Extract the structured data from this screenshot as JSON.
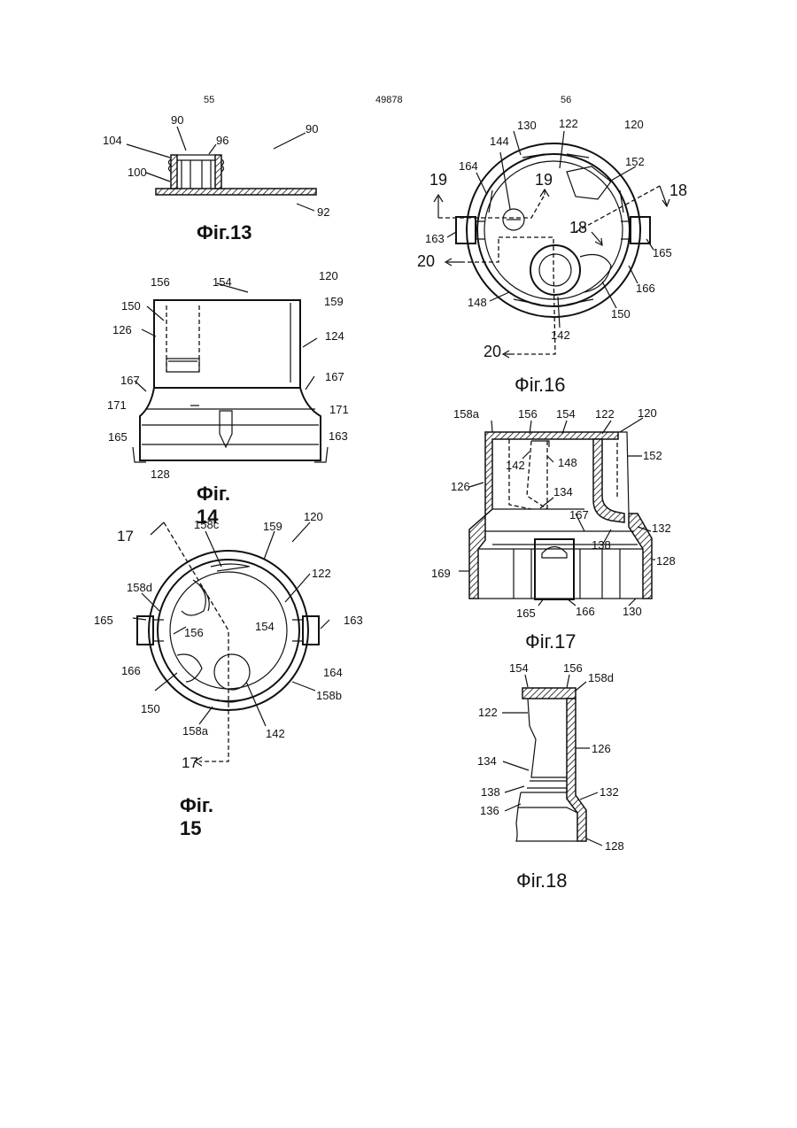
{
  "header": {
    "left": "55",
    "center": "49878",
    "right": "56"
  },
  "figures": {
    "fig13": {
      "caption": "Фiг.13",
      "labels": [
        "90",
        "90",
        "104",
        "96",
        "100",
        "92"
      ]
    },
    "fig14": {
      "caption": "Фiг. 14",
      "labels": [
        "156",
        "154",
        "120",
        "159",
        "150",
        "126",
        "124",
        "167",
        "167",
        "171",
        "171",
        "165",
        "163",
        "128"
      ]
    },
    "fig15": {
      "caption": "Фiг. 15",
      "labels": [
        "17",
        "158c",
        "159",
        "120",
        "122",
        "158d",
        "165",
        "156",
        "154",
        "163",
        "166",
        "164",
        "150",
        "158b",
        "158a",
        "142",
        "17"
      ]
    },
    "fig16": {
      "caption": "Фiг.16",
      "labels": [
        "130",
        "122",
        "120",
        "144",
        "152",
        "164",
        "19",
        "19",
        "18",
        "18",
        "163",
        "165",
        "20",
        "166",
        "148",
        "150",
        "142",
        "20"
      ]
    },
    "fig17": {
      "caption": "Фiг.17",
      "labels": [
        "158a",
        "156",
        "154",
        "122",
        "120",
        "142",
        "148",
        "152",
        "126",
        "134",
        "167",
        "138",
        "132",
        "169",
        "128",
        "165",
        "166",
        "130"
      ]
    },
    "fig18": {
      "caption": "Фiг.18",
      "labels": [
        "154",
        "156",
        "158d",
        "122",
        "126",
        "134",
        "138",
        "132",
        "136",
        "128"
      ]
    }
  },
  "colors": {
    "ink": "#111111",
    "paper": "#ffffff"
  }
}
